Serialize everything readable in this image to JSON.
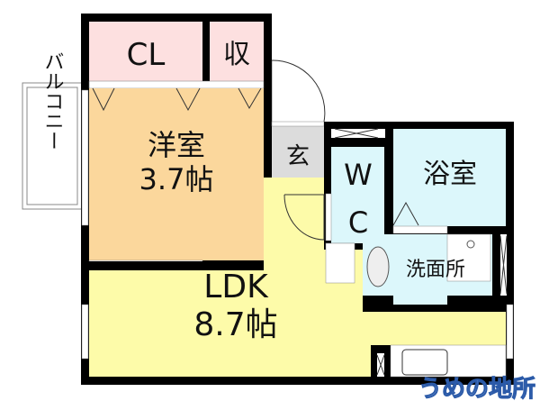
{
  "rooms": {
    "closet": {
      "label": "CL"
    },
    "storage": {
      "label": "収"
    },
    "western_room": {
      "label": "洋室",
      "size": "3.7帖"
    },
    "balcony": {
      "label": "バルコニー"
    },
    "entrance": {
      "label": "玄"
    },
    "toilet": {
      "label_top": "W",
      "label_bottom": "C"
    },
    "bathroom": {
      "label": "浴室"
    },
    "washroom": {
      "label": "洗面所"
    },
    "ldk": {
      "label": "LDK",
      "size": "8.7帖"
    }
  },
  "watermark": "うめの地所",
  "colors": {
    "closet": "#fde0e0",
    "western_room": "#fbd79c",
    "entrance": "#dcdcdc",
    "wet_area": "#dcf7fb",
    "ldk": "#fdfba9",
    "wall": "#000000"
  }
}
